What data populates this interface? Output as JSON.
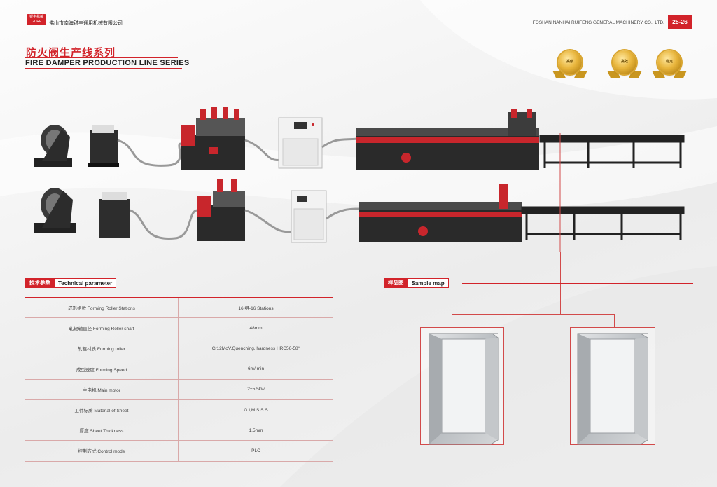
{
  "header": {
    "logo_cn": "锐丰机械",
    "logo_en": "GDRF",
    "company_cn": "佛山市南海锐丰通用机械有限公司",
    "company_en": "FOSHAN NANHAI RUIFENG GENERAL MACHINERY CO., LTD.",
    "page_numbers": "25-26"
  },
  "title": {
    "cn": "防火阀生产线系列",
    "en": "FIRE DAMPER PRODUCTION LINE SERIES"
  },
  "medals": [
    {
      "label": "高级"
    },
    {
      "label": "高效"
    },
    {
      "label": "稳定"
    }
  ],
  "technical": {
    "heading_cn": "技术参数",
    "heading_en": "Technical parameter",
    "rows": [
      {
        "param": "成形组数 Forming Roller Stations",
        "value": "16 组-16 Stations"
      },
      {
        "param": "轧辊轴直径 Forming Roller shaft",
        "value": "48mm"
      },
      {
        "param": "轧辊材质 Forming roller",
        "value": "Cr12MoV,Quenching, hardness HRC56-58°"
      },
      {
        "param": "成型速度 Forming Speed",
        "value": "6m/ min"
      },
      {
        "param": "主电机 Main motor",
        "value": "2+5.5kw"
      },
      {
        "param": "工件标质 Material of Sheet",
        "value": "G.I,M.S,S.S"
      },
      {
        "param": "厚度 Sheet Thickness",
        "value": "1.5mm"
      },
      {
        "param": "控制方式 Control mode",
        "value": "PLC"
      }
    ]
  },
  "sample": {
    "heading_cn": "样品图",
    "heading_en": "Sample map"
  },
  "colors": {
    "accent": "#d2232a",
    "machine_dark": "#2a2a2a",
    "machine_red": "#c8262c",
    "cabinet": "#f4f4f4"
  }
}
